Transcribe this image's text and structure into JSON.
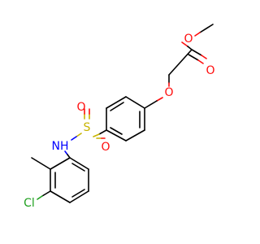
{
  "atoms": {
    "o_methoxy": {
      "symbol": "O",
      "color": "#ff0d0d"
    },
    "o_carbonyl": {
      "symbol": "O",
      "color": "#ff0d0d"
    },
    "o_ether": {
      "symbol": "O",
      "color": "#ff0d0d"
    },
    "s": {
      "symbol": "S",
      "color": "#c8b400"
    },
    "o_s_left": {
      "symbol": "O",
      "color": "#ff0d0d"
    },
    "o_s_bottom": {
      "symbol": "O",
      "color": "#ff0d0d"
    },
    "nh": {
      "symbol": "NH",
      "color": "#0000ff"
    },
    "cl": {
      "symbol": "Cl",
      "color": "#1fa01f"
    }
  }
}
